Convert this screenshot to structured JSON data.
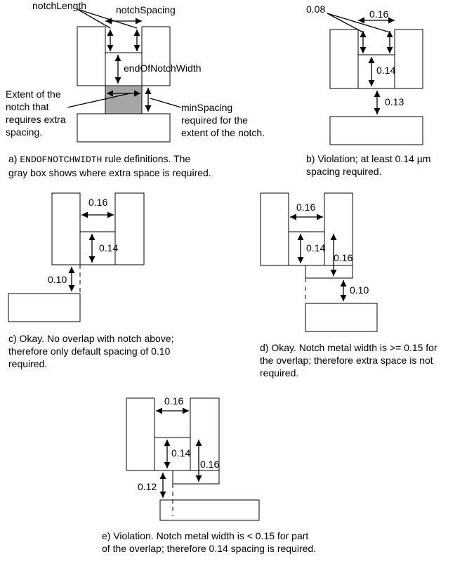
{
  "panels": {
    "a": {
      "labels": {
        "notch_length": "notchLength",
        "notch_spacing": "notchSpacing",
        "end_of_notch_width": "endOfNotchWidth",
        "extent_line1": "Extent of the",
        "extent_line2": "notch that",
        "extent_line3": "requires extra",
        "extent_line4": "spacing.",
        "min_line1": "minSpacing",
        "min_line2": "required for the",
        "min_line3": "extent of the notch."
      },
      "caption": {
        "prefix": "a) ",
        "keyword": "ENDOFNOTCHWIDTH",
        "rest": " rule definitions. The",
        "line2": "gray box shows where extra space is required."
      }
    },
    "b": {
      "labels": {
        "v008": "0.08",
        "v016": "0.16",
        "v014": "0.14",
        "v013": "0.13"
      },
      "caption": {
        "line1": "b) Violation; at least 0.14 µm",
        "line2": "spacing required."
      }
    },
    "c": {
      "labels": {
        "v016": "0.16",
        "v014": "0.14",
        "v010": "0.10"
      },
      "caption": {
        "line1": "c) Okay. No overlap with notch above;",
        "line2": "therefore only default spacing of 0.10",
        "line3": "required."
      }
    },
    "d": {
      "labels": {
        "v016a": "0.16",
        "v014": "0.14",
        "v016b": "0.16",
        "v010": "0.10"
      },
      "caption": {
        "line1": "d) Okay. Notch metal width is >= 0.15 for",
        "line2": "the overlap; therefore extra space is not",
        "line3": "required."
      }
    },
    "e": {
      "labels": {
        "v016a": "0.16",
        "v014": "0.14",
        "v016b": "0.16",
        "v012": "0.12"
      },
      "caption": {
        "line1": "e) Violation. Notch metal width is < 0.15 for part",
        "line2": "of the overlap; therefore 0.14 spacing is required."
      }
    }
  }
}
